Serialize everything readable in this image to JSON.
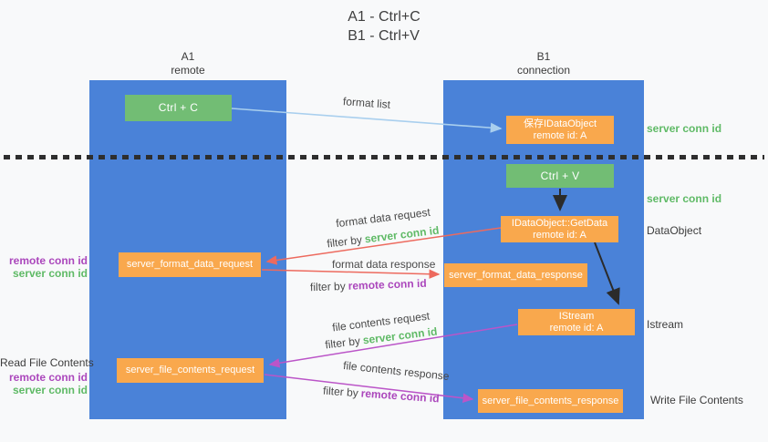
{
  "title": {
    "line1": "A1 - Ctrl+C",
    "line2": "B1 - Ctrl+V"
  },
  "lanes": {
    "a1": {
      "name": "A1",
      "subtitle": "remote"
    },
    "b1": {
      "name": "B1",
      "subtitle": "connection"
    }
  },
  "nodes": {
    "ctrl_c": {
      "label": "Ctrl + C"
    },
    "save_idataobject": {
      "line1": "保存IDataObject",
      "line2": "remote id: A"
    },
    "ctrl_v": {
      "label": "Ctrl + V"
    },
    "idataobject_getdata": {
      "line1": "IDataObject::GetData",
      "line2": "remote id: A"
    },
    "server_format_data_request": {
      "label": "server_format_data_request"
    },
    "server_format_data_response": {
      "label": "server_format_data_response"
    },
    "istream": {
      "line1": "IStream",
      "line2": "remote id: A"
    },
    "server_file_contents_request": {
      "label": "server_file_contents_request"
    },
    "server_file_contents_response": {
      "label": "server_file_contents_response"
    }
  },
  "side_labels": {
    "right": {
      "server_conn_id_top": "server conn id",
      "server_conn_id_mid": "server conn id",
      "dataobject": "DataObject",
      "istream": "Istream",
      "write_file_contents": "Write File Contents"
    },
    "left": {
      "remote_conn_id_format": "remote conn id",
      "server_conn_id_format": "server conn id",
      "read_file_contents": "Read File Contents",
      "remote_conn_id_file": "remote conn id",
      "server_conn_id_file": "server conn id"
    }
  },
  "arrow_labels": {
    "format_list": "format list",
    "format_data_request": "format data request",
    "format_data_response": "format data response",
    "file_contents_request": "file contents request",
    "file_contents_response": "file contents response",
    "filter_by": "filter by",
    "server_conn_id": "server conn id",
    "remote_conn_id": "remote conn id"
  },
  "colors": {
    "lane_blue": "#4a82d8",
    "box_orange": "#f9a84d",
    "box_green": "#72bd74",
    "arrow_lightblue": "#a9cfee",
    "arrow_salmon": "#ed6a5e",
    "arrow_magenta": "#bb55c8",
    "arrow_black": "#2b2b2b",
    "text_green": "#5fba66",
    "text_purple": "#ab47bc",
    "text_dark": "#3c3c3c"
  }
}
